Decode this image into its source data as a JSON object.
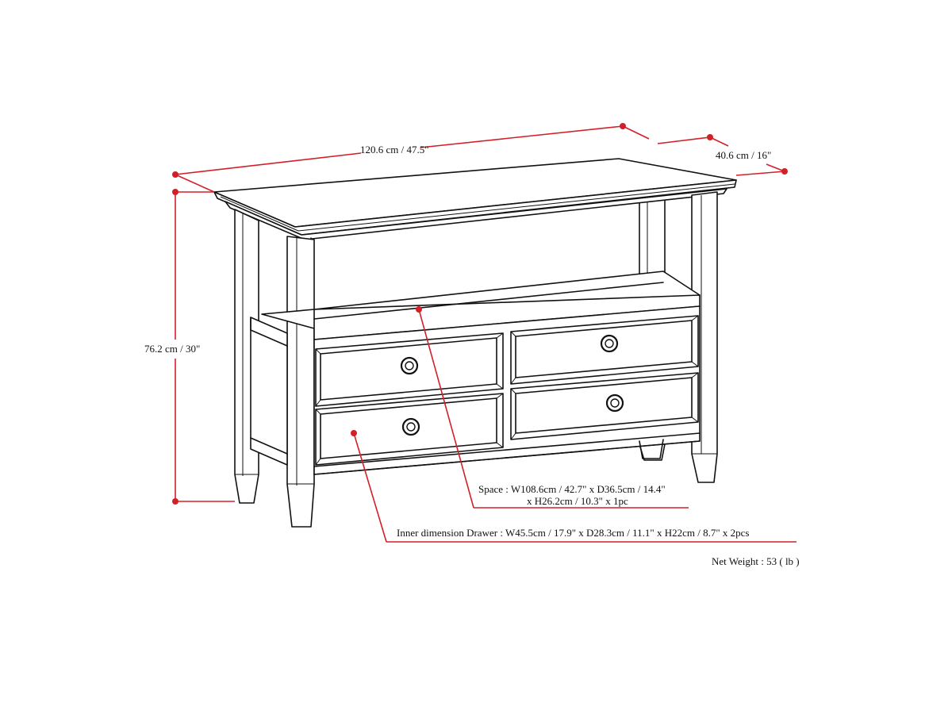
{
  "diagram": {
    "subject": "Console table with open shelf and 4 drawers",
    "colors": {
      "dimension_line": "#d32028",
      "outline": "#111111",
      "background": "#ffffff"
    }
  },
  "dimensions": {
    "width": "120.6 cm / 47.5\"",
    "depth": "40.6 cm / 16\"",
    "height": "76.2 cm / 30\""
  },
  "callouts": {
    "space_line1": "Space : W108.6cm / 42.7\" x D36.5cm / 14.4\"",
    "space_line2": "x H26.2cm / 10.3\" x 1pc",
    "drawer": "Inner dimension Drawer : W45.5cm / 17.9\" x D28.3cm / 11.1\" x H22cm / 8.7\" x 2pcs"
  },
  "net_weight": "Net Weight :  53 ( lb )"
}
